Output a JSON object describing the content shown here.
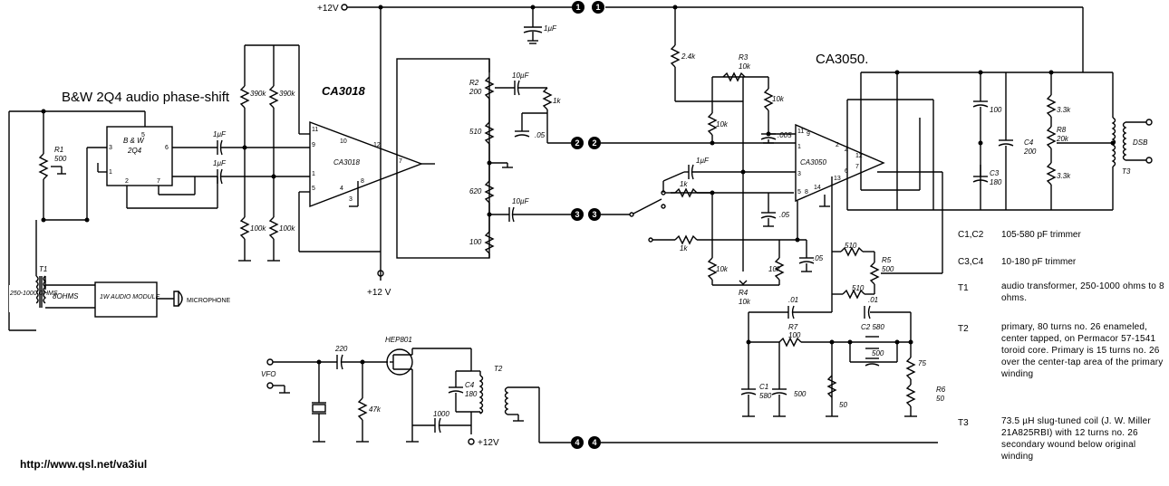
{
  "header": {
    "heading": "B&W 2Q4 audio phase-shift",
    "ic_ca3018": "CA3018",
    "ic_ca3050": "CA3050."
  },
  "supply": {
    "plus12_top": "+12V",
    "plus12_mid": "+12 V",
    "plus12_bottom": "+12V"
  },
  "labels": {
    "bw_box": "B & W",
    "bw_box2": "2Q4",
    "ca3018_inner": "CA3018",
    "ca3050_inner": "CA3050",
    "r1": "R1",
    "r1_val": "500",
    "t1": "T1",
    "t1_primary": "250-1000 OHMS",
    "t1_secondary": "8OHMS",
    "audio_module": "1W AUDIO MODULE",
    "microphone": "MICROPHONE",
    "r390a": "390k",
    "r390b": "390k",
    "r100a": "100k",
    "r100b": "100k",
    "c1uf_a": "1µF",
    "c1uf_b": "1µF",
    "c1uf_top": "1µF",
    "r2": "R2",
    "r2_val": "200",
    "r510": "510",
    "r620": "620",
    "r100": "100",
    "c10uf_a": "10µF",
    "c10uf_b": "10µF",
    "r1k_a": "1k",
    "c05_a": ".05",
    "r24k": "2.4k",
    "r3": "R3",
    "r3_val": "10k",
    "r10k_a": "10k",
    "r10k_b": "10k",
    "c005": ".005",
    "c1uf_c": "1µF",
    "r1k_b": "1k",
    "r1k_c": "1k",
    "c05_b": ".05",
    "c05_c": ".05",
    "r10k_c": "10k",
    "r10k_d": "10k",
    "r4": "R4",
    "r4_val": "10k",
    "c01_a": ".01",
    "c01_b": ".01",
    "r510_a": "510",
    "r510_b": "510",
    "r5": "R5",
    "r5_val": "500",
    "r7": "R7",
    "r7_val": "100",
    "c2": "C2 580",
    "c500_a": "500",
    "c500_b": "500",
    "c1": "C1",
    "c1_val": "580",
    "r50": "50",
    "r75": "75",
    "r6": "R6",
    "r6_val": "50",
    "c100": "100",
    "c4": "C4",
    "c4_val": "200",
    "c3": "C3",
    "c3_val": "180",
    "r33k_a": "3.3k",
    "r8": "R8",
    "r8_val": "20k",
    "r33k_b": "3.3k",
    "t3": "T3",
    "dsb": "DSB",
    "vfo": "VFO",
    "c220": "220",
    "r47k": "47k",
    "hep801": "HEP801",
    "c4b": "C4",
    "c4b_val": "180",
    "t2": "T2",
    "c1000": "1000",
    "pin11": "11",
    "pin9": "9",
    "pin10": "10",
    "pin12": "12",
    "pin7": "7",
    "pin1": "1",
    "pin5": "5",
    "pin4": "4",
    "pin8": "8",
    "pin3": "3",
    "bpin5": "5",
    "bpin3": "3",
    "bpin6": "6",
    "bpin1": "1",
    "bpin2": "2",
    "bpin7": "7",
    "cpin11": "11",
    "cpin9": "9",
    "cpin2": "2",
    "cpin4": "4",
    "cpin1": "1",
    "cpin3": "3",
    "cpin5": "5",
    "cpin8": "8",
    "cpin14": "14",
    "cpin13": "13",
    "cpin6": "6",
    "cpin7": "7",
    "cpin12": "12"
  },
  "nodes": [
    "1",
    "1",
    "2",
    "2",
    "3",
    "3",
    "4",
    "4"
  ],
  "parts_list": [
    {
      "ref": "C1,C2",
      "desc": "105-580 pF trimmer"
    },
    {
      "ref": "C3,C4",
      "desc": "10-180 pF trimmer"
    },
    {
      "ref": "T1",
      "desc": "audio transformer, 250-1000 ohms to 8 ohms."
    },
    {
      "ref": "T2",
      "desc": "primary, 80 turns no. 26 enameled, center tapped, on Permacor 57-1541 toroid core. Primary is 15 turns no. 26 over the center-tap area of the primary winding"
    },
    {
      "ref": "T3",
      "desc": "73.5 µH slug-tuned coil (J. W. Miller 21A825RBI) with 12 turns no. 26 secondary wound below original winding"
    }
  ],
  "footer": {
    "url": "http://www.qsl.net/va3iul"
  }
}
